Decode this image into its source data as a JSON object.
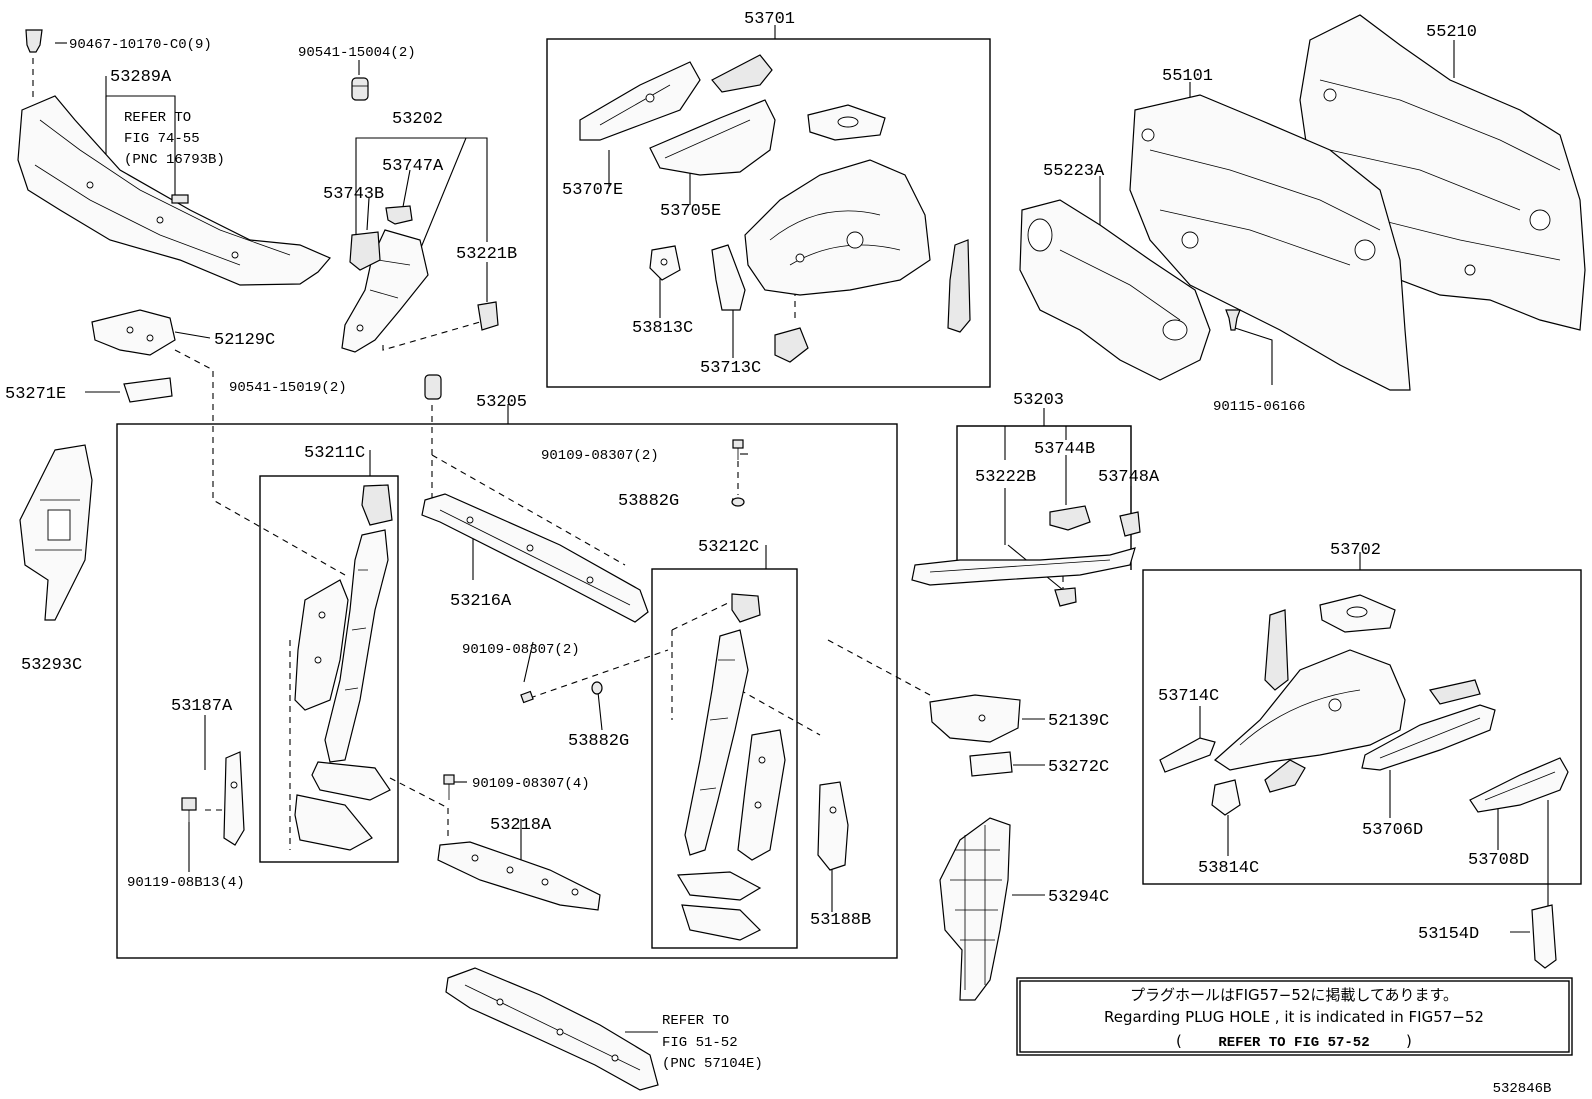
{
  "diagram_code": "532846B",
  "labels": {
    "p90467": "90467-10170-C0(9)",
    "p53289A": "53289A",
    "refer1_a": "REFER TO",
    "refer1_b": "FIG 74-55",
    "refer1_c": "(PNC 16793B)",
    "p90541a": "90541-15004(2)",
    "p53202": "53202",
    "p53747A": "53747A",
    "p53743B": "53743B",
    "p53221B": "53221B",
    "p52129C": "52129C",
    "p53271E": "53271E",
    "p90541b": "90541-15019(2)",
    "p53293C": "53293C",
    "p53701": "53701",
    "p53707E": "53707E",
    "p53705E": "53705E",
    "p53813C": "53813C",
    "p53713C": "53713C",
    "p55210": "55210",
    "p55101": "55101",
    "p55223A": "55223A",
    "p90115": "90115-06166",
    "p53205": "53205",
    "p53211C": "53211C",
    "p90109a": "90109-08307(2)",
    "p53882Ga": "53882G",
    "p53216A": "53216A",
    "p53212C": "53212C",
    "p90109b": "90109-08307(2)",
    "p53882Gb": "53882G",
    "p90109c": "90109-08307(4)",
    "p53218A": "53218A",
    "p53187A": "53187A",
    "p90119": "90119-08B13(4)",
    "p53188B": "53188B",
    "p53203": "53203",
    "p53744B": "53744B",
    "p53222B": "53222B",
    "p53748A": "53748A",
    "p52139C": "52139C",
    "p53272C": "53272C",
    "p53294C": "53294C",
    "p53702": "53702",
    "p53714C": "53714C",
    "p53706D": "53706D",
    "p53708D": "53708D",
    "p53814C": "53814C",
    "p53154D": "53154D",
    "refer2_a": "REFER TO",
    "refer2_b": "FIG 51-52",
    "refer2_c": "(PNC 57104E)"
  },
  "note": {
    "line1": "プラグホールはFIG57−52に掲載してあります。",
    "line2": "Regarding PLUG HOLE , it is indicated in FIG57−52",
    "line3_open": "(",
    "line3_text": "REFER TO FIG 57-52",
    "line3_close": ")"
  }
}
